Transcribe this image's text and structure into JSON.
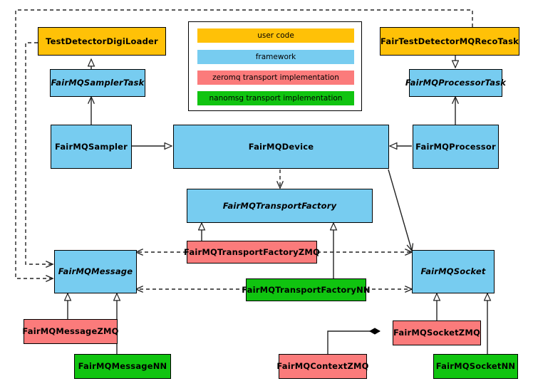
{
  "diagram": {
    "title": "FairMQ class diagram",
    "colors": {
      "user_code": "#FFC107",
      "framework": "#77CCF0",
      "zeromq": "#FB7B7B",
      "nanomsg": "#10C410",
      "line": "#333333",
      "background": "#FFFFFF"
    },
    "legend": {
      "items": [
        {
          "label": "user code",
          "color": "#FFC107"
        },
        {
          "label": "framework",
          "color": "#77CCF0"
        },
        {
          "label": "zeromq transport implementation",
          "color": "#FB7B7B"
        },
        {
          "label": "nanomsg transport implementation",
          "color": "#10C410"
        }
      ]
    },
    "nodes": [
      {
        "id": "test-detector-digi-loader",
        "label": "TestDetectorDigiLoader",
        "category": "user code",
        "italic": false
      },
      {
        "id": "fairmq-sampler-task",
        "label": "FairMQSamplerTask",
        "category": "framework",
        "italic": true
      },
      {
        "id": "fairmq-sampler",
        "label": "FairMQSampler",
        "category": "framework",
        "italic": false
      },
      {
        "id": "fairmq-device",
        "label": "FairMQDevice",
        "category": "framework",
        "italic": false
      },
      {
        "id": "fairmq-processor",
        "label": "FairMQProcessor",
        "category": "framework",
        "italic": false
      },
      {
        "id": "fairmq-processor-task",
        "label": "FairMQProcessorTask",
        "category": "framework",
        "italic": true
      },
      {
        "id": "fair-test-detector-mq-reco-task",
        "label": "FairTestDetectorMQRecoTask",
        "category": "user code",
        "italic": false
      },
      {
        "id": "fairmq-transport-factory",
        "label": "FairMQTransportFactory",
        "category": "framework",
        "italic": true
      },
      {
        "id": "fairmq-transport-factory-zmq",
        "label": "FairMQTransportFactoryZMQ",
        "category": "zeromq",
        "italic": false
      },
      {
        "id": "fairmq-transport-factory-nn",
        "label": "FairMQTransportFactoryNN",
        "category": "nanomsg",
        "italic": false
      },
      {
        "id": "fairmq-message",
        "label": "FairMQMessage",
        "category": "framework",
        "italic": true
      },
      {
        "id": "fairmq-socket",
        "label": "FairMQSocket",
        "category": "framework",
        "italic": true
      },
      {
        "id": "fairmq-message-zmq",
        "label": "FairMQMessageZMQ",
        "category": "zeromq",
        "italic": false
      },
      {
        "id": "fairmq-message-nn",
        "label": "FairMQMessageNN",
        "category": "nanomsg",
        "italic": false
      },
      {
        "id": "fairmq-socket-zmq",
        "label": "FairMQSocketZMQ",
        "category": "zeromq",
        "italic": false
      },
      {
        "id": "fairmq-socket-nn",
        "label": "FairMQSocketNN",
        "category": "nanomsg",
        "italic": false
      },
      {
        "id": "fairmq-context-zmq",
        "label": "FairMQContextZMQ",
        "category": "zeromq",
        "italic": false
      }
    ],
    "edges": [
      {
        "from": "test-detector-digi-loader",
        "to": "fairmq-sampler-task",
        "type": "generalization"
      },
      {
        "from": "fairmq-sampler",
        "to": "fairmq-sampler-task",
        "type": "association"
      },
      {
        "from": "fairmq-sampler",
        "to": "fairmq-device",
        "type": "generalization"
      },
      {
        "from": "fairmq-processor",
        "to": "fairmq-device",
        "type": "generalization"
      },
      {
        "from": "fair-test-detector-mq-reco-task",
        "to": "fairmq-processor-task",
        "type": "generalization"
      },
      {
        "from": "fairmq-processor",
        "to": "fairmq-processor-task",
        "type": "association"
      },
      {
        "from": "fairmq-device",
        "to": "fairmq-transport-factory",
        "type": "dependency"
      },
      {
        "from": "fairmq-device",
        "to": "fairmq-socket",
        "type": "association"
      },
      {
        "from": "fairmq-transport-factory-zmq",
        "to": "fairmq-transport-factory",
        "type": "generalization"
      },
      {
        "from": "fairmq-transport-factory-nn",
        "to": "fairmq-transport-factory",
        "type": "generalization"
      },
      {
        "from": "fairmq-transport-factory-zmq",
        "to": "fairmq-message",
        "type": "dependency"
      },
      {
        "from": "fairmq-transport-factory-zmq",
        "to": "fairmq-socket",
        "type": "dependency"
      },
      {
        "from": "fairmq-transport-factory-nn",
        "to": "fairmq-message",
        "type": "dependency"
      },
      {
        "from": "fairmq-transport-factory-nn",
        "to": "fairmq-socket",
        "type": "dependency"
      },
      {
        "from": "test-detector-digi-loader",
        "to": "fairmq-message",
        "type": "dependency"
      },
      {
        "from": "fair-test-detector-mq-reco-task",
        "to": "fairmq-message",
        "type": "dependency"
      },
      {
        "from": "fairmq-message-zmq",
        "to": "fairmq-message",
        "type": "generalization"
      },
      {
        "from": "fairmq-message-nn",
        "to": "fairmq-message",
        "type": "generalization"
      },
      {
        "from": "fairmq-socket-zmq",
        "to": "fairmq-socket",
        "type": "generalization"
      },
      {
        "from": "fairmq-socket-nn",
        "to": "fairmq-socket",
        "type": "generalization"
      },
      {
        "from": "fairmq-context-zmq",
        "to": "fairmq-socket-zmq",
        "type": "composition"
      }
    ]
  }
}
